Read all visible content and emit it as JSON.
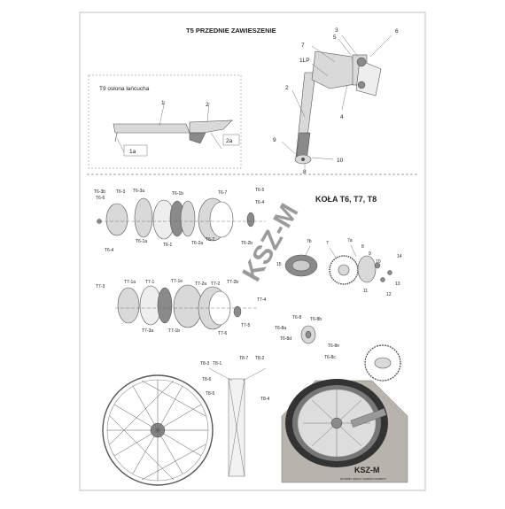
{
  "sections": {
    "t5": {
      "title": "T5 PRZEDNIE ZAWIESZENIE",
      "labels": {
        "l3": "3",
        "l5": "5",
        "l6": "6",
        "l7": "7",
        "l1lp": "1LP",
        "l2": "2",
        "l4": "4",
        "l9": "9",
        "l10": "10",
        "l8": "8"
      }
    },
    "t9": {
      "title": "T9 osłona łańcucha",
      "labels": {
        "l1": "1",
        "l2": "2",
        "l1a": "1a",
        "l2a": "2a"
      }
    },
    "wheels": {
      "title": "KOŁA T6, T7, T8",
      "t6_labels": [
        "T6-3b",
        "T6-3",
        "T6-3a",
        "T6-1b",
        "T6-7",
        "T6-6",
        "T6-5",
        "T6-4",
        "T6-1a",
        "T6-1",
        "T6-2a",
        "T6-2",
        "T6-2b",
        "T6-4"
      ],
      "t7_labels": [
        "T7-3",
        "T7-1a",
        "T7-1",
        "T7-1e",
        "T7-2a",
        "T7-2",
        "T7-2b",
        "T7-4",
        "T7-3a",
        "T7-1b",
        "T7-5",
        "T7-6"
      ],
      "t6b_labels": [
        "T6-8",
        "T6-8b",
        "T6-8a",
        "T6-8d",
        "T6-8c",
        "T6-8e"
      ],
      "sprocket_labels": [
        "7b",
        "7",
        "7a",
        "8",
        "9",
        "10",
        "14",
        "15",
        "11",
        "12",
        "13"
      ],
      "t8_labels": [
        "T8-3",
        "T8-1",
        "T8-7",
        "T8-2",
        "T8-6",
        "T8-5",
        "T8-4"
      ]
    }
  },
  "logo": {
    "text": "KSZ-M",
    "tagline": "WYROBY ZDUNY OGRODY ROBOTY"
  },
  "watermark": "KSZ-M"
}
